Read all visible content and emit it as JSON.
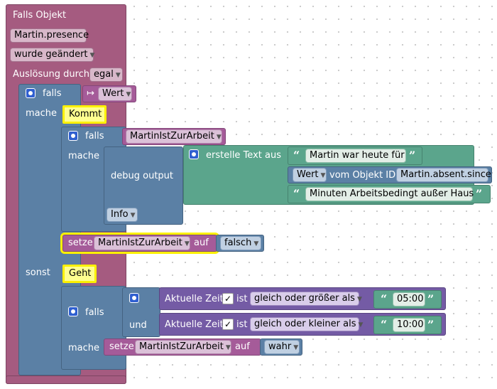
{
  "trigger": {
    "title": "Falls Objekt",
    "object_id": "Martin.presence",
    "condition": "wurde geändert",
    "trigger_label": "Auslösung durch",
    "trigger_value": "egal"
  },
  "if_block": {
    "if_label": "falls",
    "do_label": "mache",
    "else_label": "sonst",
    "value_arrow": "↦",
    "value_field": "Wert"
  },
  "branch_comes": {
    "comment": "Kommt",
    "if_label": "falls",
    "variable": "MartinIstZurArbeit",
    "do_label": "mache",
    "debug_label": "debug output",
    "debug_level": "Info",
    "text_join_label": "erstelle Text aus",
    "text_1": "Martin war heute für",
    "value_label": "Wert",
    "from_object_label": "vom Objekt ID",
    "object_id": "Martin.absent.since",
    "text_2": "Minuten Arbeitsbedingt außer Haus",
    "set_label": "setze",
    "set_variable": "MartinIstZurArbeit",
    "to_label": "auf",
    "set_value": "falsch"
  },
  "branch_goes": {
    "comment": "Geht",
    "if_label": "falls",
    "and_label": "und",
    "time_label_1": "Aktuelle Zeit",
    "is_label_1": "ist",
    "op_1": "gleich oder größer als",
    "time_1": "05:00",
    "time_label_2": "Aktuelle Zeit",
    "is_label_2": "ist",
    "op_2": "gleich oder kleiner als",
    "time_2": "10:00",
    "check_mark": "✓",
    "do_label": "mache",
    "set_label": "setze",
    "set_variable": "MartinIstZurArbeit",
    "to_label": "auf",
    "set_value": "wahr"
  },
  "colors": {
    "event": "#a55b80",
    "logic": "#5b80a5",
    "text": "#5ba58c",
    "variable": "#a55b99",
    "time": "#745ba5",
    "comment": "#ffff8f",
    "highlight": "#fcf000"
  },
  "icons": {
    "mutator": "gear-icon",
    "dropdown": "chevron-down-icon",
    "quote_open": "“",
    "quote_close": "”"
  }
}
